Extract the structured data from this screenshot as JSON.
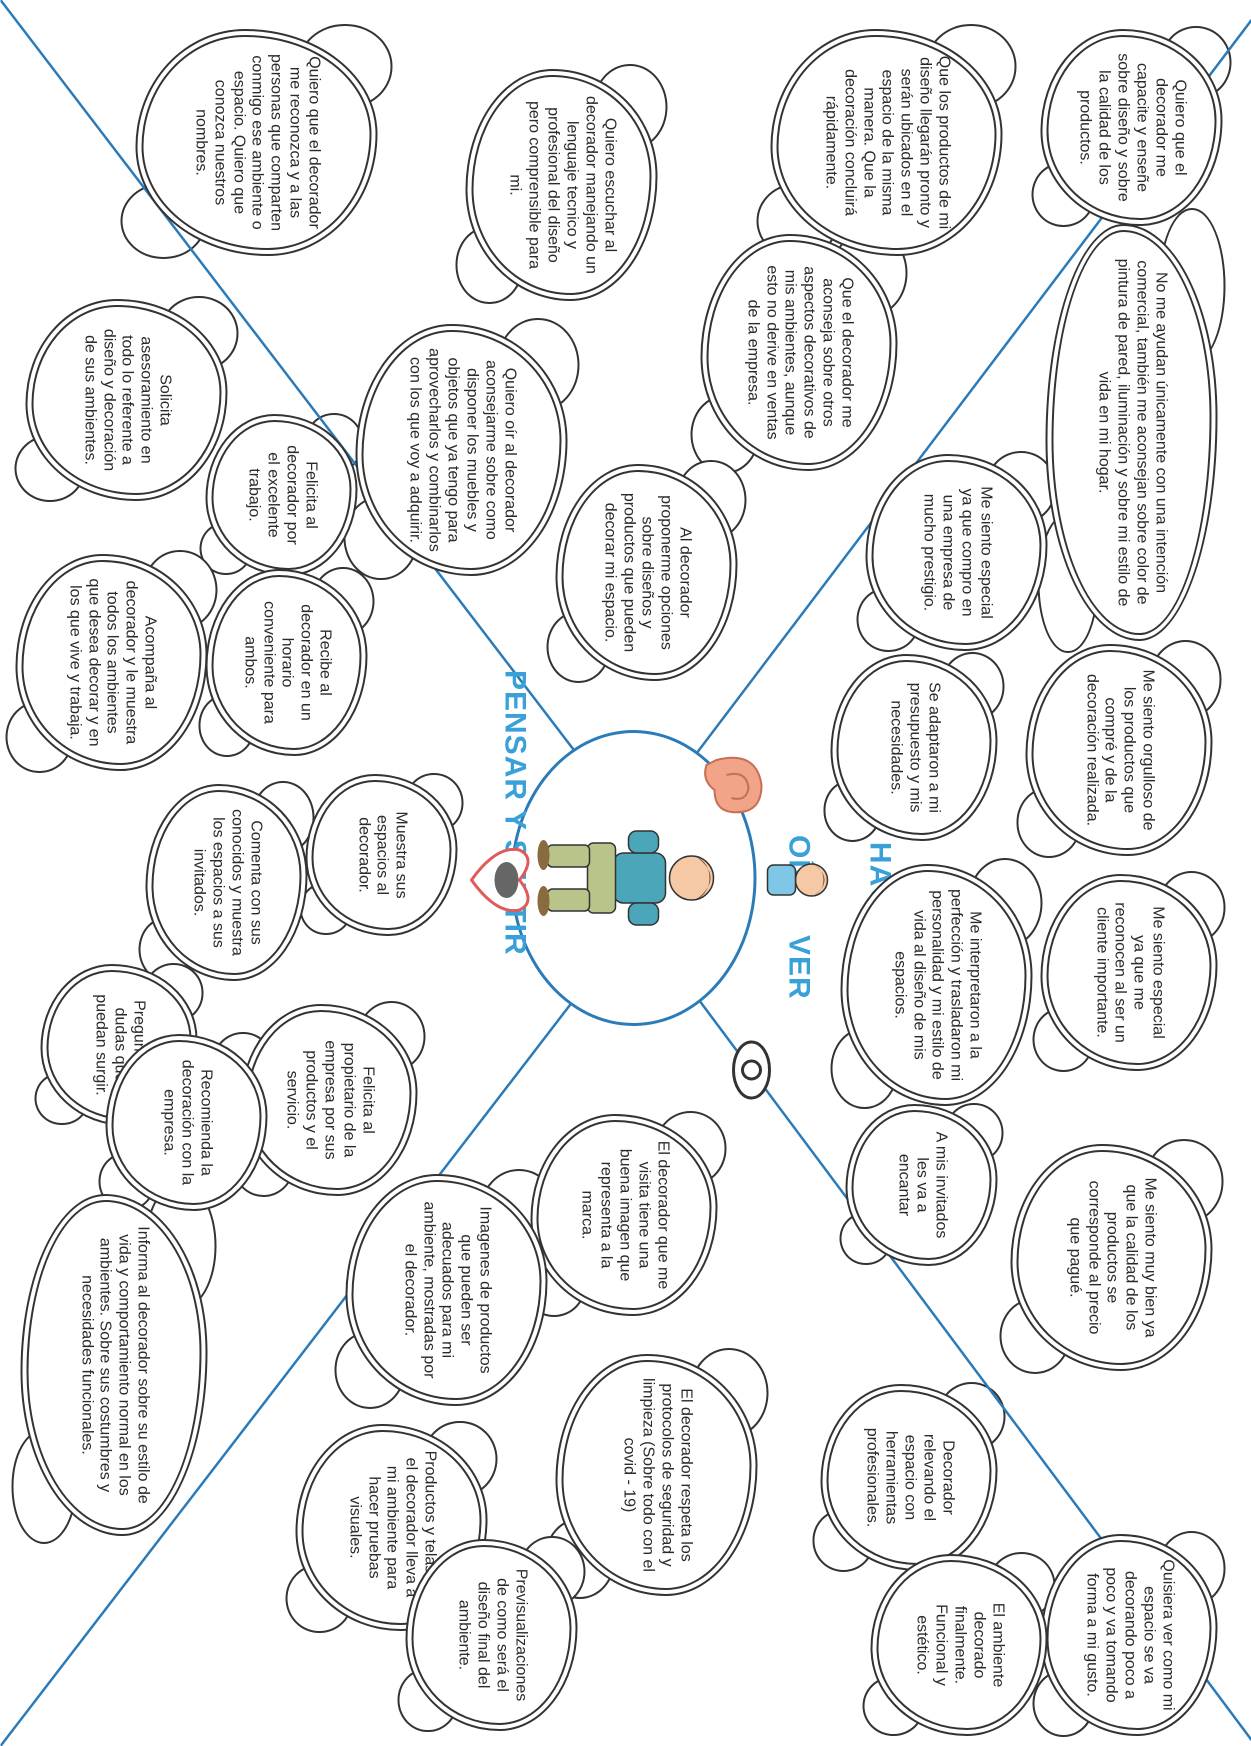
{
  "colors": {
    "line": "#2b7bb9",
    "title": "#3aa0d8",
    "cloud_border": "#333333",
    "ear": "#f2a488",
    "heart": "#e05a5a"
  },
  "titles": {
    "oir": "OÍR",
    "ver": "VER",
    "pensar": "PENSAR Y SENTIR",
    "decir": "DECIR Y HACER"
  },
  "clouds": {
    "oir": [
      "Quiero que el decorador me capacite y enseñe sobre diseño y sobre la calidad de los productos.",
      "Que los productos de mi diseño llegarán pronto y serán ubicados en el espacio de la misma manera. Que la decoración concluirá rápidamente.",
      "Quiero escuchar al decorador manejando un lenguaje tecnico y profesional del diseño pero comprensible para mi.",
      "Quiero que el decorador me reconozca y a las personas que comparten conmigo ese ambiente o espacio. Quiero que conozca nuestros nombres.",
      "Que el decorador me aconseja sobre otros aspectos decorativos de mis ambientes, aunque esto no derive en ventas de la empresa.",
      "Quiero oír al decorador aconsejarme sobre como disponer los muebles y objetos que ya tengo para aprovecharlos y combinarlos con los que voy a adquirir.",
      "Al decorador proponerme opciones sobre diseños y productos que pueden decorar mi espacio."
    ],
    "pensar": [
      "No me ayudan únicamente con una intención comercial, también me aconsejan sobre color de pintura de pared, iluminación y sobre mi estilo de vida en mi hogar.",
      "Me siento especial ya que compro en una empresa de mucho prestigio.",
      "Me siento orgulloso de los productos que compré y de la decoración realizada.",
      "Se adaptaron a mi presupuesto y mis necesidades.",
      "Me siento especial ya que me reconocen al ser un cliente importante.",
      "Me interpretaron a la perfección y trasladaron mi personalidad y mi estilo de vida al diseño de mis espacios.",
      "A mis invitados les va a encantar",
      "Me siento muy bien ya que la calidad de los productos se corresponde al precio que pagué.",
      "Quisiera ver como mi espacio se va decorando poco a poco y va tomando forma a mi gusto."
    ],
    "ver": [
      "El decorador que me visita tiene una buena imagen que representa a la marca.",
      "Imagenes de productos que pueden ser adecuados para mi ambiente, mostradas por el decorador.",
      "Decorador relevando el espacio con herramientas profesionales.",
      "El decorador respeta los protocolos de seguridad y limpieza (Sobre todo con el covid - 19)",
      "El ambiente decorado finalmente. Funcional y estético.",
      "Productos y telas que el decorador lleva a mi ambiente para hacer pruebas visuales.",
      "Previsualizaciones de como será el diseño final del ambiente."
    ],
    "decir": [
      "Solicita asesoramiento en todo lo referente a diseño y decoración de sus ambientes.",
      "Felicita al decorador por el excelente trabajo.",
      "Recibe al decorador en un horario conveniente para ambos.",
      "Acompaña al decorador y le muestra todos los ambientes que desea decorar y en los que vive y trabaja.",
      "Muestra sus espacios al decorador.",
      "Comenta con sus conocidos y muestra los espacios a sus invitados.",
      "Pregunta las dudas que puedan surgir.",
      "Felicita al propietario de la empresa por sus productos y el servicio.",
      "Recomienda la decoración con la empresa.",
      "Informa al decorador sobre su estilo de vida y comportamiento normal en los ambientes. Sobre sus costumbres y necesidades funcionales."
    ]
  }
}
